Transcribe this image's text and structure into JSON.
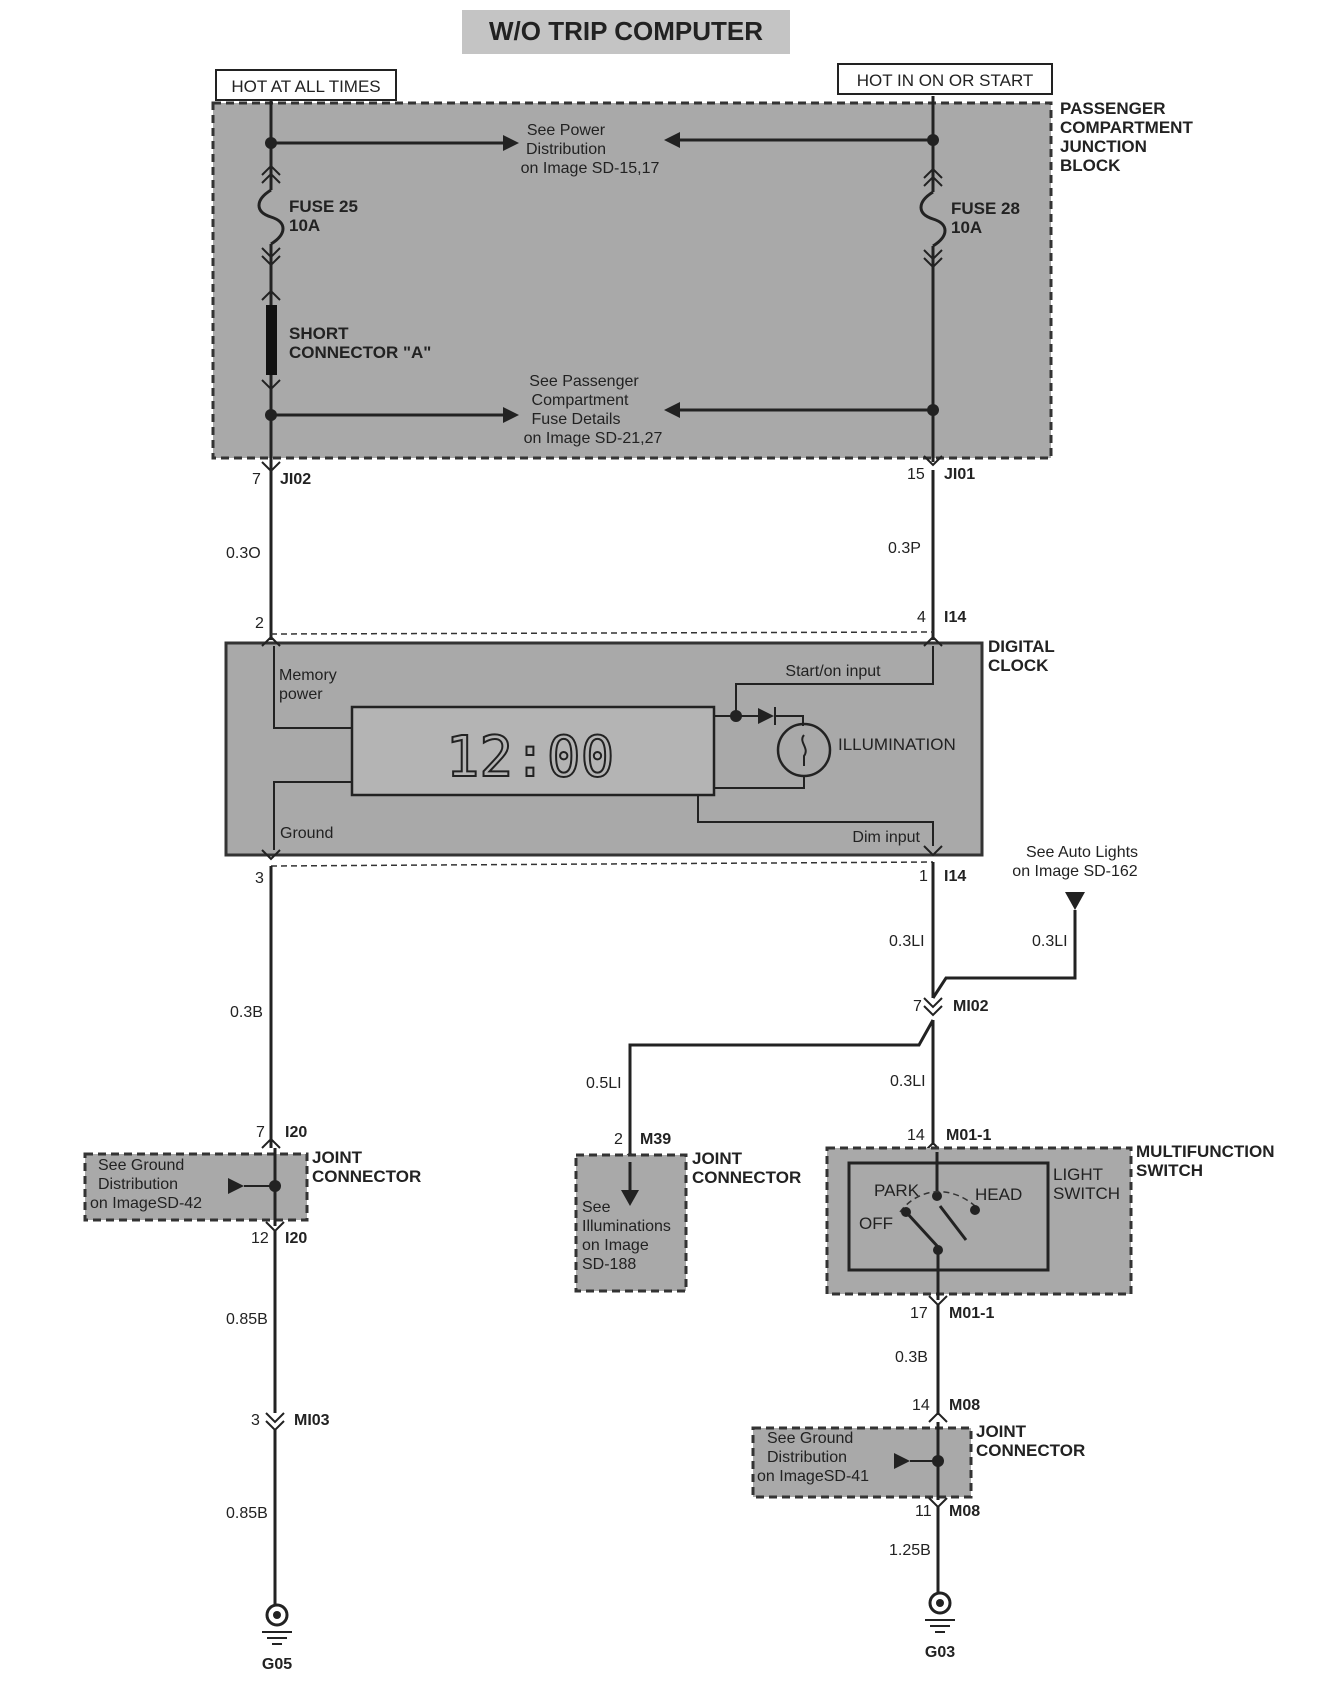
{
  "title": "W/O TRIP COMPUTER",
  "power": {
    "hot_at_all_times": "HOT AT ALL TIMES",
    "hot_in_on_or_start": "HOT IN ON OR START"
  },
  "junction_block": {
    "name_line1": "PASSENGER",
    "name_line2": "COMPARTMENT",
    "name_line3": "JUNCTION",
    "name_line4": "BLOCK",
    "see_power_line1": "See Power",
    "see_power_line2": "Distribution",
    "see_power_line3": "on Image SD-15,17",
    "fuse25_line1": "FUSE 25",
    "fuse25_line2": "10A",
    "fuse28_line1": "FUSE 28",
    "fuse28_line2": "10A",
    "short_conn_line1": "SHORT",
    "short_conn_line2": "CONNECTOR \"A\"",
    "see_fuse_line1": "See Passenger",
    "see_fuse_line2": "Compartment",
    "see_fuse_line3": "Fuse Details",
    "see_fuse_line4": "on Image SD-21,27"
  },
  "connectors": {
    "ji02_pin": "7",
    "ji02": "JI02",
    "ji01_pin": "15",
    "ji01": "JI01",
    "i14_top_pin": "4",
    "i14_top": "I14",
    "clock_left_top_pin": "2",
    "i14_bot_pin": "1",
    "i14_bot": "I14",
    "clock_left_bot_pin": "3",
    "mi02_pin": "7",
    "mi02": "MI02",
    "i20_top_pin": "7",
    "i20_top": "I20",
    "i20_bot_pin": "12",
    "i20_bot": "I20",
    "m39_pin": "2",
    "m39": "M39",
    "m011_top_pin": "14",
    "m011_top": "M01-1",
    "m011_bot_pin": "17",
    "m011_bot": "M01-1",
    "mi03_pin": "3",
    "mi03": "MI03",
    "m08_top_pin": "14",
    "m08_top": "M08",
    "m08_bot_pin": "11",
    "m08_bot": "M08"
  },
  "wires": {
    "w_03o": "0.3O",
    "w_03p": "0.3P",
    "w_03b_left": "0.3B",
    "w_03li_a": "0.3LI",
    "w_03li_b": "0.3LI",
    "w_03li_c": "0.3LI",
    "w_05li": "0.5LI",
    "w_085b_a": "0.85B",
    "w_085b_b": "0.85B",
    "w_03b_right": "0.3B",
    "w_125b": "1.25B"
  },
  "clock": {
    "name_line1": "DIGITAL",
    "name_line2": "CLOCK",
    "memory_line1": "Memory",
    "memory_line2": "power",
    "start_on_input": "Start/on input",
    "display": "12:00",
    "illumination": "ILLUMINATION",
    "ground": "Ground",
    "dim_input": "Dim input"
  },
  "auto_lights": {
    "line1": "See Auto Lights",
    "line2": "on Image SD-162"
  },
  "joint_left": {
    "see_line1": "See Ground",
    "see_line2": "Distribution",
    "see_line3": "on ImageSD-42",
    "name_line1": "JOINT",
    "name_line2": "CONNECTOR"
  },
  "joint_mid": {
    "see_line1": "See",
    "see_line2": "Illuminations",
    "see_line3": "on Image",
    "see_line4": "SD-188",
    "name_line1": "JOINT",
    "name_line2": "CONNECTOR"
  },
  "multifunction": {
    "name_line1": "MULTIFUNCTION",
    "name_line2": "SWITCH",
    "light_line1": "LIGHT",
    "light_line2": "SWITCH",
    "park": "PARK",
    "head": "HEAD",
    "off": "OFF"
  },
  "joint_right": {
    "see_line1": "See Ground",
    "see_line2": "Distribution",
    "see_line3": "on ImageSD-41",
    "name_line1": "JOINT",
    "name_line2": "CONNECTOR"
  },
  "grounds": {
    "g05": "G05",
    "g03": "G03"
  }
}
